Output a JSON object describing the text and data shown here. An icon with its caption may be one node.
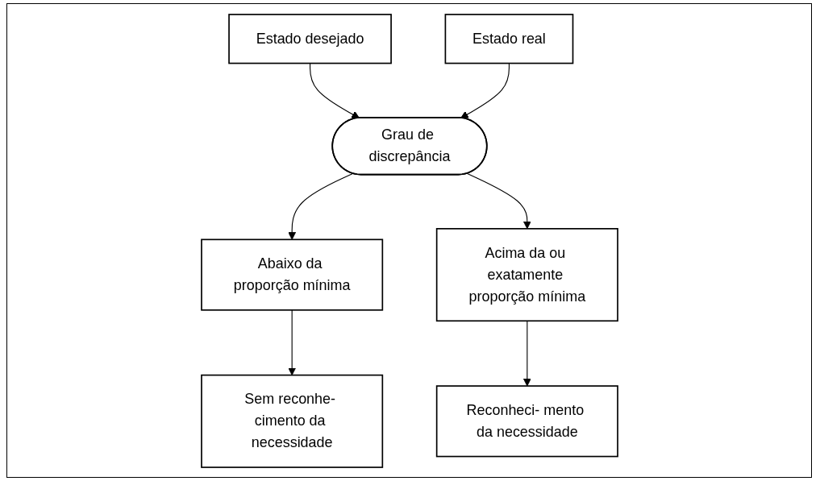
{
  "diagram": {
    "nodes": [
      {
        "text": [
          "Estado desejado"
        ]
      },
      {
        "text": [
          "Estado real"
        ]
      },
      {
        "text": [
          "Grau de discrepância"
        ]
      },
      {
        "text": [
          "Abaixo da proporção mínima"
        ]
      },
      {
        "text": [
          "Acima da ou exatamente proporção mínima"
        ]
      },
      {
        "text": [
          "Sem reconhe- cimento da necessidade"
        ]
      },
      {
        "text": [
          "Reconheci- mento da necessidade"
        ]
      }
    ],
    "edges": [
      {
        "from": 0,
        "to": 2,
        "arrow": "to"
      },
      {
        "from": 1,
        "to": 2,
        "arrow": "to"
      },
      {
        "from": 2,
        "to": 3,
        "arrow": "to"
      },
      {
        "from": 2,
        "to": 4,
        "arrow": "to"
      },
      {
        "from": 3,
        "to": 5,
        "arrow": "to"
      },
      {
        "from": 4,
        "to": 6,
        "arrow": "to"
      }
    ]
  }
}
